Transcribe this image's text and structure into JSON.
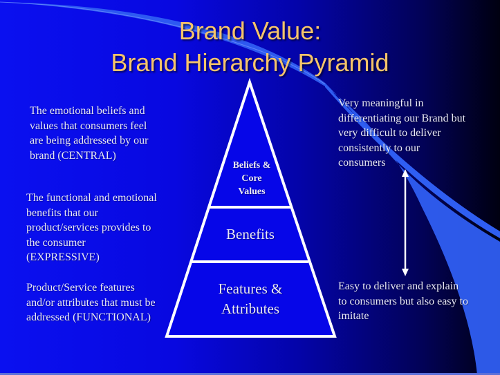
{
  "slide": {
    "title_line1": "Brand Value:",
    "title_line2": "Brand Hierarchy Pyramid",
    "colors": {
      "title": "#f6c46a",
      "text": "#e8e8f4",
      "pyramid_fill": "#0606e8",
      "pyramid_stroke": "#ffffff",
      "swoosh": "#2f5ef2"
    }
  },
  "left_descriptions": [
    {
      "lines": [
        "The emotional beliefs and",
        "values that consumers feel",
        "are being addressed by our",
        "brand (CENTRAL)"
      ]
    },
    {
      "lines": [
        "The functional and emotional",
        "benefits that our",
        "product/services provides to",
        "the consumer",
        "(EXPRESSIVE)"
      ]
    },
    {
      "lines": [
        "Product/Service features",
        "and/or attributes that must be",
        "addressed (FUNCTIONAL)"
      ]
    }
  ],
  "pyramid": {
    "levels": [
      {
        "lines": [
          "Beliefs &",
          "Core",
          "Values"
        ]
      },
      {
        "lines": [
          "Benefits"
        ]
      },
      {
        "lines": [
          "Features &",
          "Attributes"
        ]
      }
    ]
  },
  "right_descriptions": {
    "top": {
      "lines": [
        "Very meaningful in",
        "differentiating our Brand but",
        "very difficult to deliver",
        "consistently to our",
        "consumers"
      ]
    },
    "bottom": {
      "lines": [
        "Easy to deliver and explain",
        "to consumers but also easy to",
        "imitate"
      ]
    }
  },
  "arrow": {
    "icon": "double-headed-vertical-arrow"
  }
}
